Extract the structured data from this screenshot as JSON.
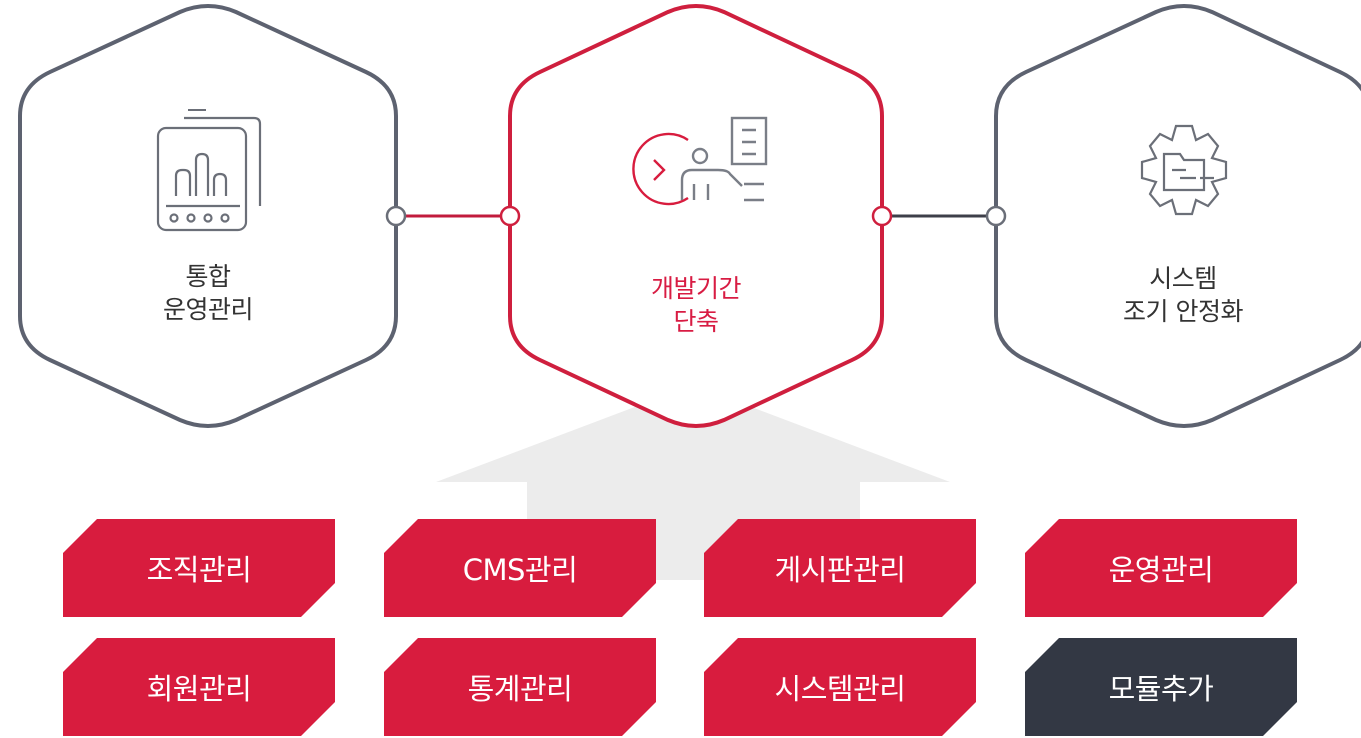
{
  "benefits": [
    {
      "line1": "통합",
      "line2": "운영관리",
      "icon": "dashboard-report-icon",
      "active": false
    },
    {
      "line1": "개발기간",
      "line2": "단축",
      "icon": "clock-presenter-icon",
      "active": true
    },
    {
      "line1": "시스템",
      "line2": "조기 안정화",
      "icon": "gear-folder-icon",
      "active": false
    }
  ],
  "modules": [
    {
      "label": "조직관리"
    },
    {
      "label": "CMS관리"
    },
    {
      "label": "게시판관리"
    },
    {
      "label": "운영관리"
    },
    {
      "label": "회원관리"
    },
    {
      "label": "통계관리"
    },
    {
      "label": "시스템관리"
    },
    {
      "label": "모듈추가"
    }
  ],
  "colors": {
    "accent": "#d81c3e",
    "accent_text": "#d81c43",
    "hex_border": "#5d6270",
    "dark_module": "#333844",
    "arrow": "#ececec"
  }
}
